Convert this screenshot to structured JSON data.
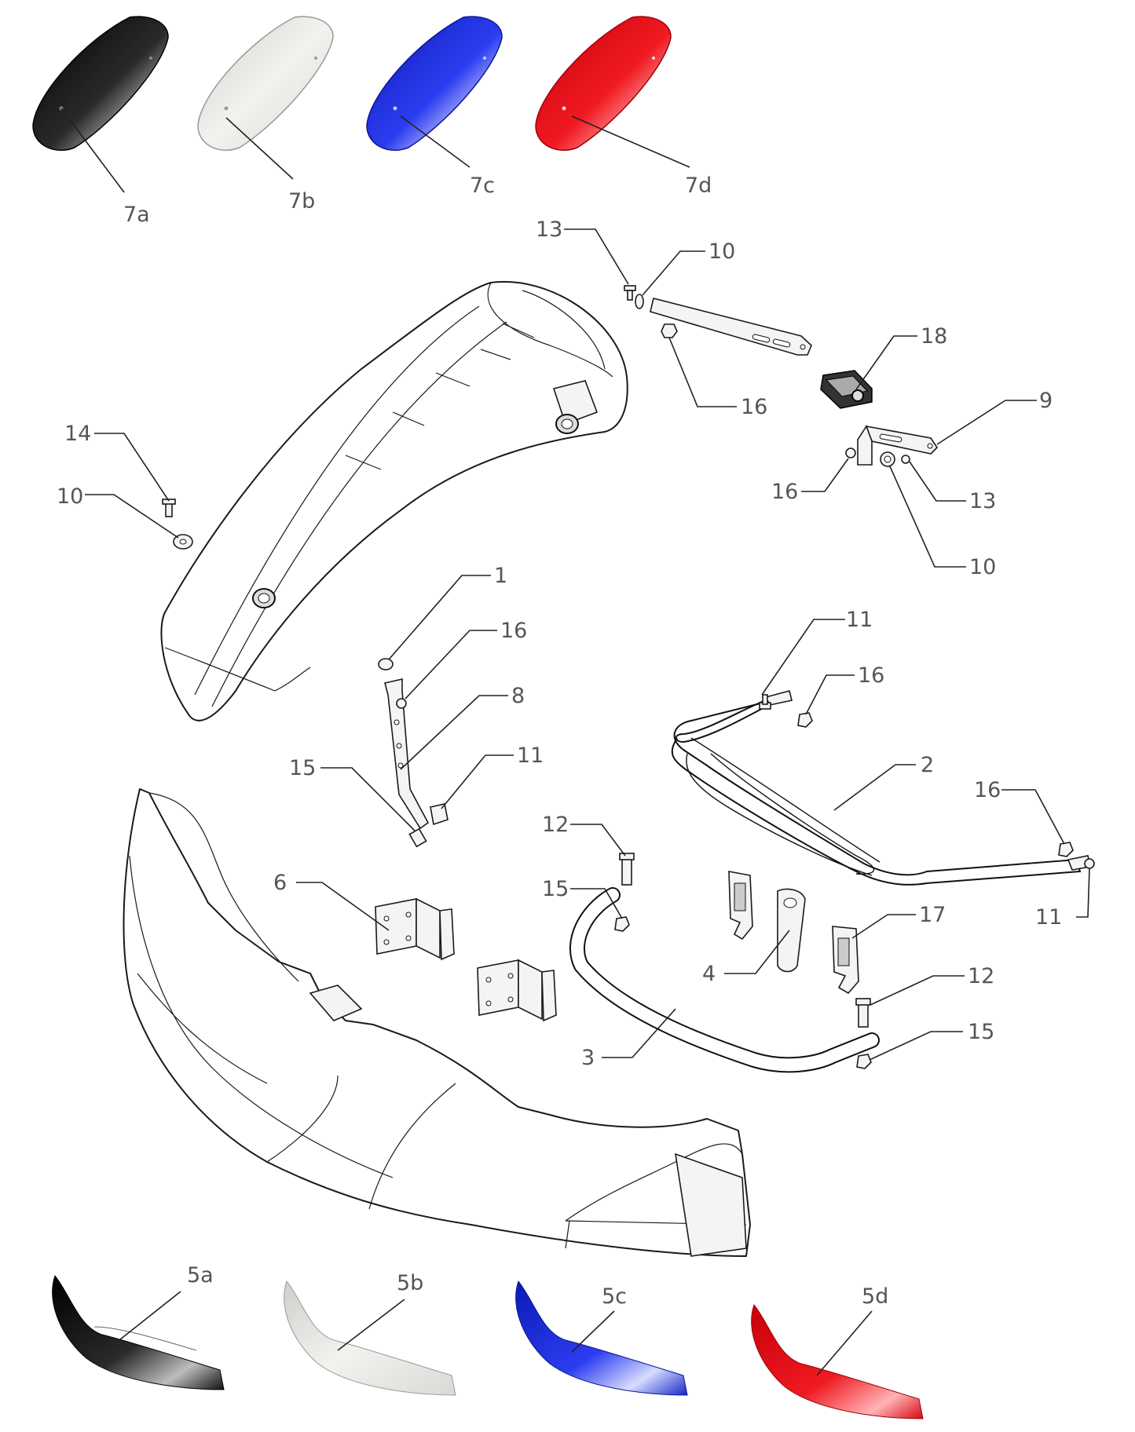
{
  "labels": {
    "l7a": "7a",
    "l7b": "7b",
    "l7c": "7c",
    "l7d": "7d",
    "l13a": "13",
    "l10a": "10",
    "l18": "18",
    "l16a": "16",
    "l9": "9",
    "l16b": "16",
    "l13b": "13",
    "l10b": "10",
    "l14": "14",
    "l10c": "10",
    "l1": "1",
    "l16c": "16",
    "l8": "8",
    "l15a": "15",
    "l11a": "11",
    "l11b": "11",
    "l16d": "16",
    "l2": "2",
    "l16e": "16",
    "l11c": "11",
    "l12a": "12",
    "l15b": "15",
    "l6": "6",
    "l17": "17",
    "l4": "4",
    "l12b": "12",
    "l15c": "15",
    "l3": "3",
    "l5a": "5a",
    "l5b": "5b",
    "l5c": "5c",
    "l5d": "5d"
  },
  "colors": {
    "black": "#0d0d0d",
    "white": "#e8e8e4",
    "blue": "#1f2fd6",
    "red": "#e3141b",
    "label": "#555555",
    "line": "#1a1a1a"
  }
}
